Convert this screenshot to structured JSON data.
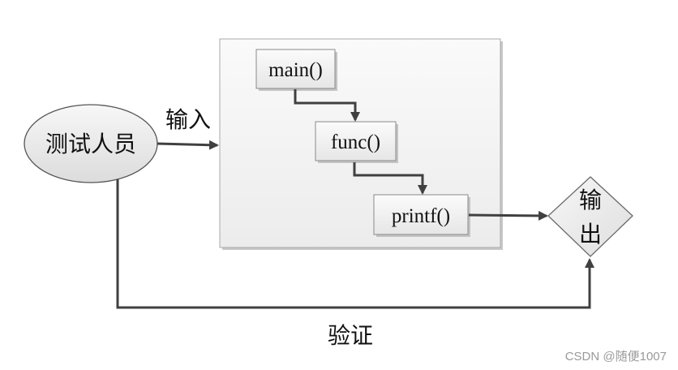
{
  "diagram": {
    "nodes": {
      "tester": "测试人员",
      "main_fn": "main()",
      "func_fn": "func()",
      "printf_fn": "printf()",
      "output_line1": "输",
      "output_line2": "出"
    },
    "edges": {
      "input_label": "输入",
      "verify_label": "验证"
    }
  },
  "watermark": "CSDN @随便1007",
  "colors": {
    "stroke": "#404040",
    "container_fill": "#f3f3f3",
    "box_fill": "#f1f1f1",
    "ellipse_fill": "#e9e9e9"
  }
}
